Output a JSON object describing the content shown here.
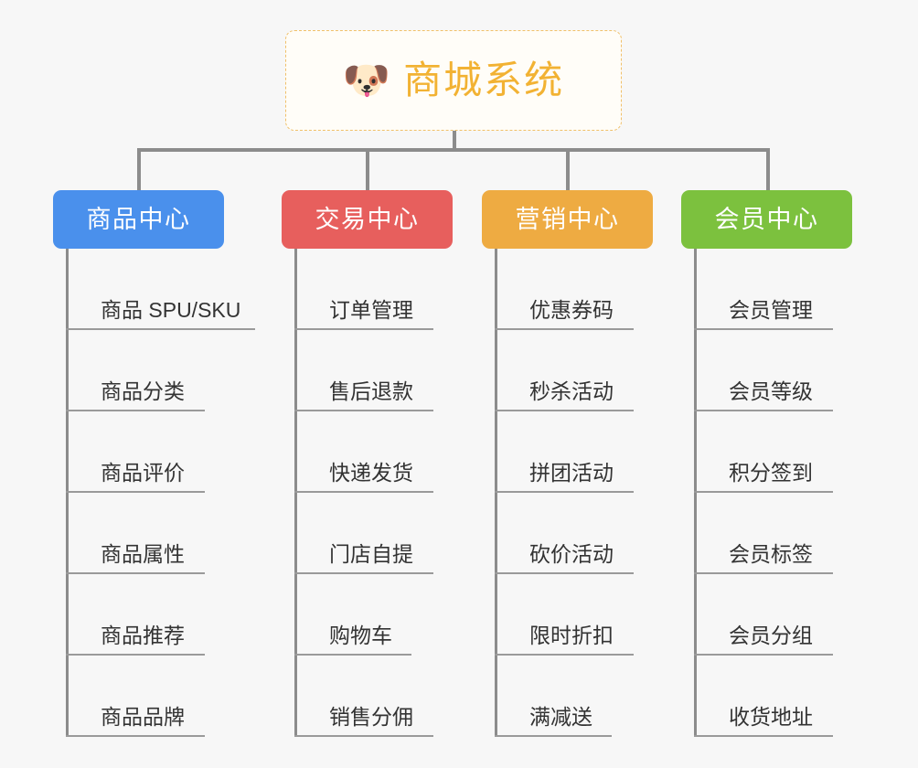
{
  "page": {
    "background_color": "#f7f7f7",
    "connector_color": "#8c8c8c"
  },
  "root": {
    "icon": "dog-face-emoji",
    "icon_glyph": "🐶",
    "title": "商城系统",
    "title_color": "#f2b233",
    "border_color": "#f0c06a",
    "background_color": "#fffdf8"
  },
  "categories": [
    {
      "label": "商品中心",
      "color": "#4a90ec",
      "leaves": [
        {
          "label": "商品 SPU/SKU",
          "rule_width": 207
        },
        {
          "label": "商品分类",
          "rule_width": 152
        },
        {
          "label": "商品评价",
          "rule_width": 152
        },
        {
          "label": "商品属性",
          "rule_width": 152
        },
        {
          "label": "商品推荐",
          "rule_width": 152
        },
        {
          "label": "商品品牌",
          "rule_width": 152
        }
      ]
    },
    {
      "label": "交易中心",
      "color": "#e75f5d",
      "leaves": [
        {
          "label": "订单管理",
          "rule_width": 152
        },
        {
          "label": "售后退款",
          "rule_width": 152
        },
        {
          "label": "快递发货",
          "rule_width": 152
        },
        {
          "label": "门店自提",
          "rule_width": 152
        },
        {
          "label": "购物车",
          "rule_width": 128
        },
        {
          "label": "销售分佣",
          "rule_width": 152
        }
      ]
    },
    {
      "label": "营销中心",
      "color": "#eeab42",
      "leaves": [
        {
          "label": "优惠券码",
          "rule_width": 152
        },
        {
          "label": "秒杀活动",
          "rule_width": 152
        },
        {
          "label": "拼团活动",
          "rule_width": 152
        },
        {
          "label": "砍价活动",
          "rule_width": 152
        },
        {
          "label": "限时折扣",
          "rule_width": 152
        },
        {
          "label": "满减送",
          "rule_width": 128
        }
      ]
    },
    {
      "label": "会员中心",
      "color": "#7cc13e",
      "leaves": [
        {
          "label": "会员管理",
          "rule_width": 152
        },
        {
          "label": "会员等级",
          "rule_width": 152
        },
        {
          "label": "积分签到",
          "rule_width": 152
        },
        {
          "label": "会员标签",
          "rule_width": 152
        },
        {
          "label": "会员分组",
          "rule_width": 152
        },
        {
          "label": "收货地址",
          "rule_width": 152
        }
      ]
    }
  ]
}
